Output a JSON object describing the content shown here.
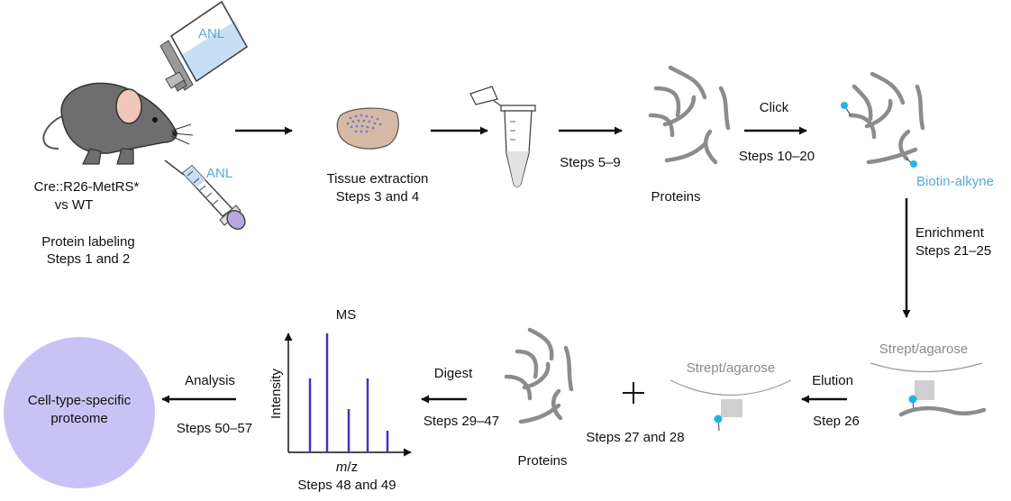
{
  "colors": {
    "mouse_body": "#6e6e6e",
    "mouse_ear": "#f2c6b8",
    "anl_blue": "#5aa7e0",
    "biotin_cyan": "#1fb6e0",
    "protein_grey": "#8c8c8c",
    "bead_grey": "#cfcfcf",
    "ms_peak": "#4a2fc2",
    "proteome_fill": "#c9c3f5",
    "tissue_fill": "#d6b9a4",
    "tissue_dots": "#7b7ac8",
    "syringe_purple": "#b9a7e0"
  },
  "labels": {
    "anl_bottle": "ANL",
    "anl_syringe": "ANL",
    "mouse_genotype_1": "Cre::R26-MetRS*",
    "mouse_genotype_2": "vs WT",
    "protein_labeling_1": "Protein labeling",
    "protein_labeling_2": "Steps 1 and 2",
    "tissue_1": "Tissue extraction",
    "tissue_2": "Steps 3 and 4",
    "steps_5_9": "Steps 5–9",
    "proteins_top": "Proteins",
    "click": "Click",
    "steps_10_20": "Steps 10–20",
    "biotin_alkyne": "Biotin-alkyne",
    "enrichment_1": "Enrichment",
    "enrichment_2": "Steps 21–25",
    "strept_right": "Strept/agarose",
    "elution": "Elution",
    "step_26": "Step 26",
    "strept_mid": "Strept/agarose",
    "steps_27_28": "Steps 27 and 28",
    "proteins_bottom": "Proteins",
    "digest": "Digest",
    "steps_29_47": "Steps 29–47",
    "ms": "MS",
    "intensity": "Intensity",
    "mz_m": "m",
    "mz_z": "/z",
    "steps_48_49": "Steps 48 and 49",
    "analysis": "Analysis",
    "steps_50_57": "Steps 50–57",
    "proteome_1": "Cell-type-specific",
    "proteome_2": "proteome"
  }
}
